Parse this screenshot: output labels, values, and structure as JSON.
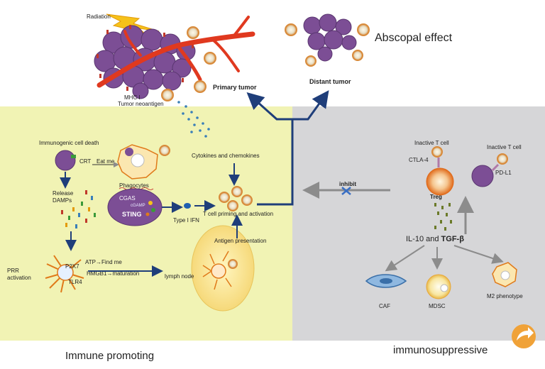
{
  "labels": {
    "radiation": "Radiation",
    "abscopal_effect": "Abscopal effect",
    "primary_tumor": "Primary tumor",
    "distant_tumor": "Distant tumor",
    "mhc": "MHC I",
    "neoantigen": "Tumor neoantigen",
    "immunogenic_cell_death": "Immunogenic cell death",
    "crt": "CRT",
    "eat_me": "Eat me",
    "phagocytes": "Phagocytes",
    "cytokines": "Cytokines and chemokines",
    "release": "Release",
    "damps": "DAMPs",
    "cgas": "CGAS",
    "cgamp": "cGAMP",
    "sting": "STING",
    "type1_ifn": "Type I IFN",
    "tcell_priming": "T cell priming and activation",
    "antigen_presentation": "Antigen presentation",
    "prr": "PRR",
    "activation": "activation",
    "p2x7": "P2X7",
    "atp_find_me": "ATP→Find me",
    "hmgb1": "HMGB1→maturation",
    "tlr4": "TLR4",
    "lymph_node": "lymph node",
    "inhibit": "inhibit",
    "inactive_t_cell_1": "Inactive T cell",
    "inactive_t_cell_2": "Inactive T cell",
    "ctla4": "CTLA-4",
    "pdl1": "PD-L1",
    "treg": "Treg",
    "il10": "IL-10 and ",
    "tgfb": "TGF-β",
    "caf": "CAF",
    "mdsc": "MDSC",
    "m2": "M2 phenotype",
    "immune_promoting": "Immune promoting",
    "immunosuppressive": "immunosuppressive"
  },
  "colors": {
    "promoting_panel": "#f1f3b4",
    "suppressive_panel": "#d6d6d8",
    "tumor_cell": "#7c4e95",
    "blood_vessel": "#e0391f",
    "arrow_blue": "#1f3e7a",
    "arrow_gray": "#8c8c8c",
    "next_button": "#f0a238"
  },
  "icons": {
    "next": "arrow-right-icon",
    "radiation": "lightning-bolt-icon"
  }
}
